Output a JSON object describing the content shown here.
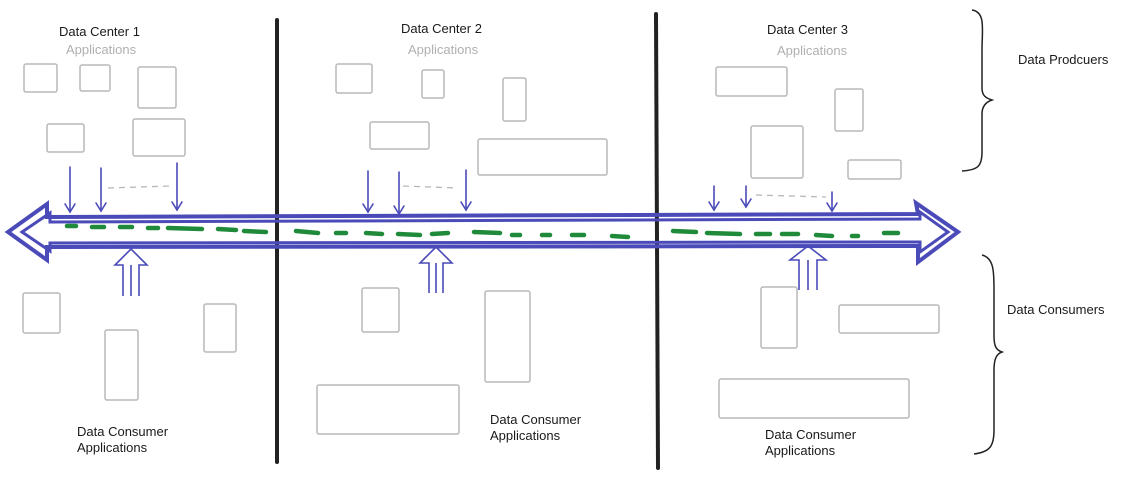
{
  "data_centers": [
    {
      "title": "Data Center 1",
      "subtitle": "Applications",
      "consumer_label": "Data Consumer Applications"
    },
    {
      "title": "Data Center 2",
      "subtitle": "Applications",
      "consumer_label": "Data Consumer Applications"
    },
    {
      "title": "Data Center 3",
      "subtitle": "Applications",
      "consumer_label": "Data Consumer Applications"
    }
  ],
  "side_labels": {
    "producers": "Data Prodcuers",
    "consumers": "Data Consumers"
  },
  "colors": {
    "bus_outline": "#4a4ab8",
    "bus_dash": "#1e8a3a",
    "divider": "#222222",
    "box": "#b8b8b8",
    "brace": "#222222"
  }
}
